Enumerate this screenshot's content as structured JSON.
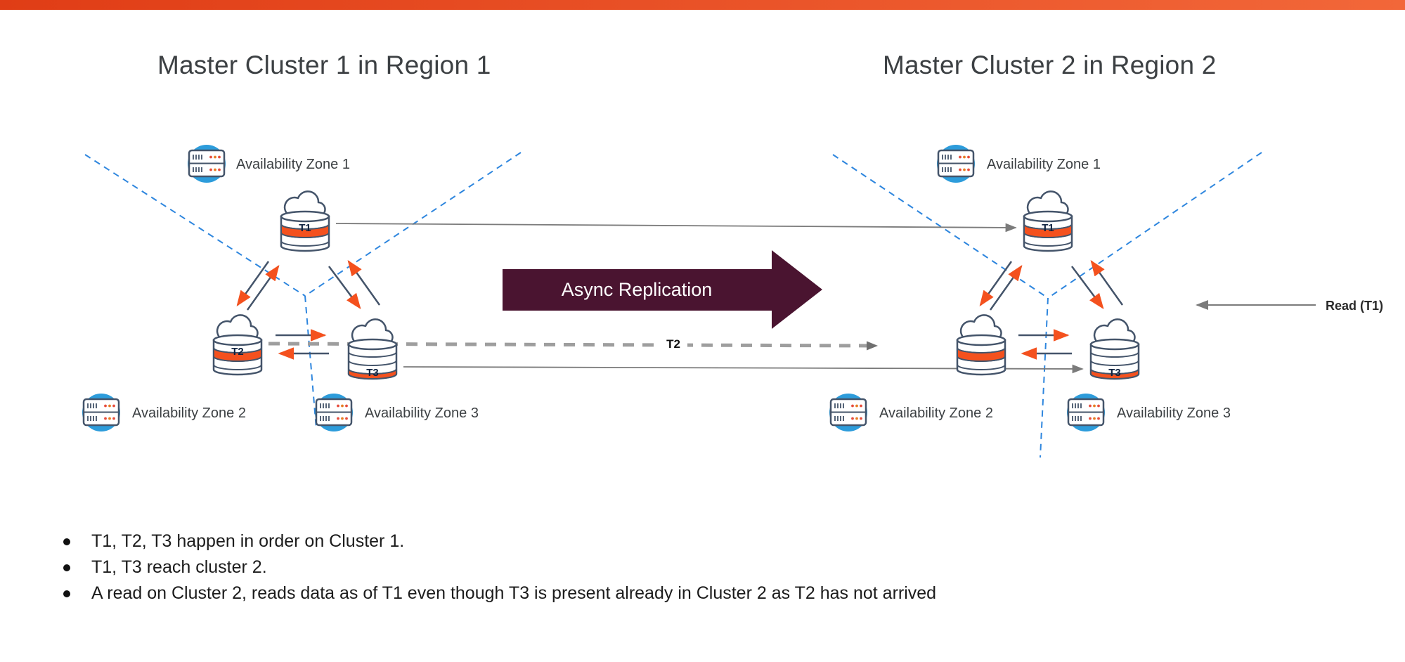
{
  "titles": {
    "left": "Master Cluster 1 in Region 1",
    "right": "Master Cluster 2 in Region 2"
  },
  "zones": {
    "az1": "Availability Zone 1",
    "az2": "Availability Zone 2",
    "az3": "Availability Zone 3"
  },
  "db_labels": {
    "t1": "T1",
    "t2": "T2",
    "t3": "T3"
  },
  "flow": {
    "async_label": "Async Replication",
    "t2_pending_label": "T2",
    "read_label": "Read (T1)"
  },
  "bullets": [
    "T1, T2, T3 happen in order on Cluster 1.",
    "T1, T3 reach cluster 2.",
    "A read on Cluster 2, reads data as of T1 even though T3 is present already in Cluster 2 as T2 has not arrived"
  ],
  "colors": {
    "top_bar_orange": "#E8502B",
    "accent_orange": "#F4511E",
    "maroon_arrow": "#4A1430",
    "zone_dash_blue": "#2E86DE",
    "icon_outline_navy": "#44546A",
    "icon_circle_blue": "#2D9CDB",
    "arrow_gray": "#7B7B7B"
  }
}
